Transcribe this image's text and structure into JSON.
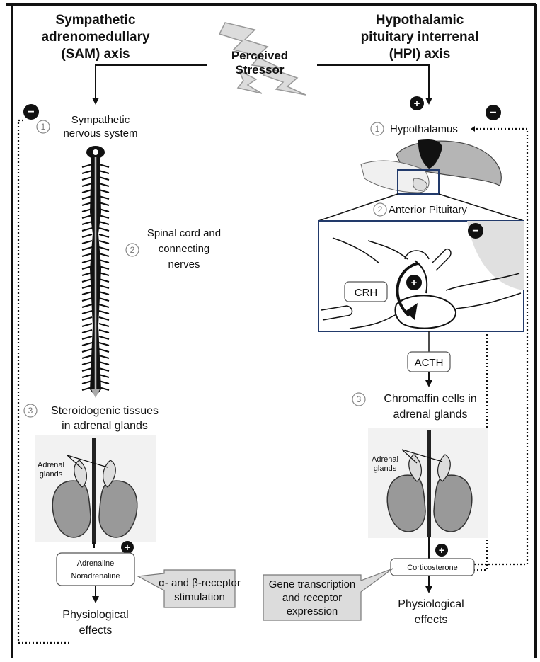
{
  "stressor": {
    "line1": "Perceived",
    "line2": "Stressor"
  },
  "sam": {
    "title": [
      "Sympathetic",
      "adrenomedullary",
      "(SAM) axis"
    ],
    "step1": {
      "num": "1",
      "label": [
        "Sympathetic",
        "nervous system"
      ]
    },
    "step2": {
      "num": "2",
      "label": [
        "Spinal cord and",
        "connecting",
        "nerves"
      ]
    },
    "step3": {
      "num": "3",
      "label": [
        "Steroidogenic tissues",
        "in adrenal glands"
      ]
    },
    "adrenal_label": [
      "Adrenal",
      "glands"
    ],
    "hormone_box": [
      "Adrenaline",
      "Noradrenaline"
    ],
    "callout": [
      "α- and β-receptor",
      "stimulation"
    ],
    "effects": [
      "Physiological",
      "effects"
    ]
  },
  "hpi": {
    "title": [
      "Hypothalamic",
      "pituitary interrenal",
      "(HPI) axis"
    ],
    "step1": {
      "num": "1",
      "label": "Hypothalamus"
    },
    "step2": {
      "num": "2",
      "label": "Anterior Pituitary"
    },
    "crh": "CRH",
    "acth": "ACTH",
    "step3": {
      "num": "3",
      "label": [
        "Chromaffin cells in",
        "adrenal glands"
      ]
    },
    "adrenal_label": [
      "Adrenal",
      "glands"
    ],
    "hormone_box": "Corticosterone",
    "callout": [
      "Gene transcription",
      "and receptor",
      "expression"
    ],
    "effects": [
      "Physiological",
      "effects"
    ]
  },
  "signs": {
    "plus": "+",
    "minus": "−"
  }
}
